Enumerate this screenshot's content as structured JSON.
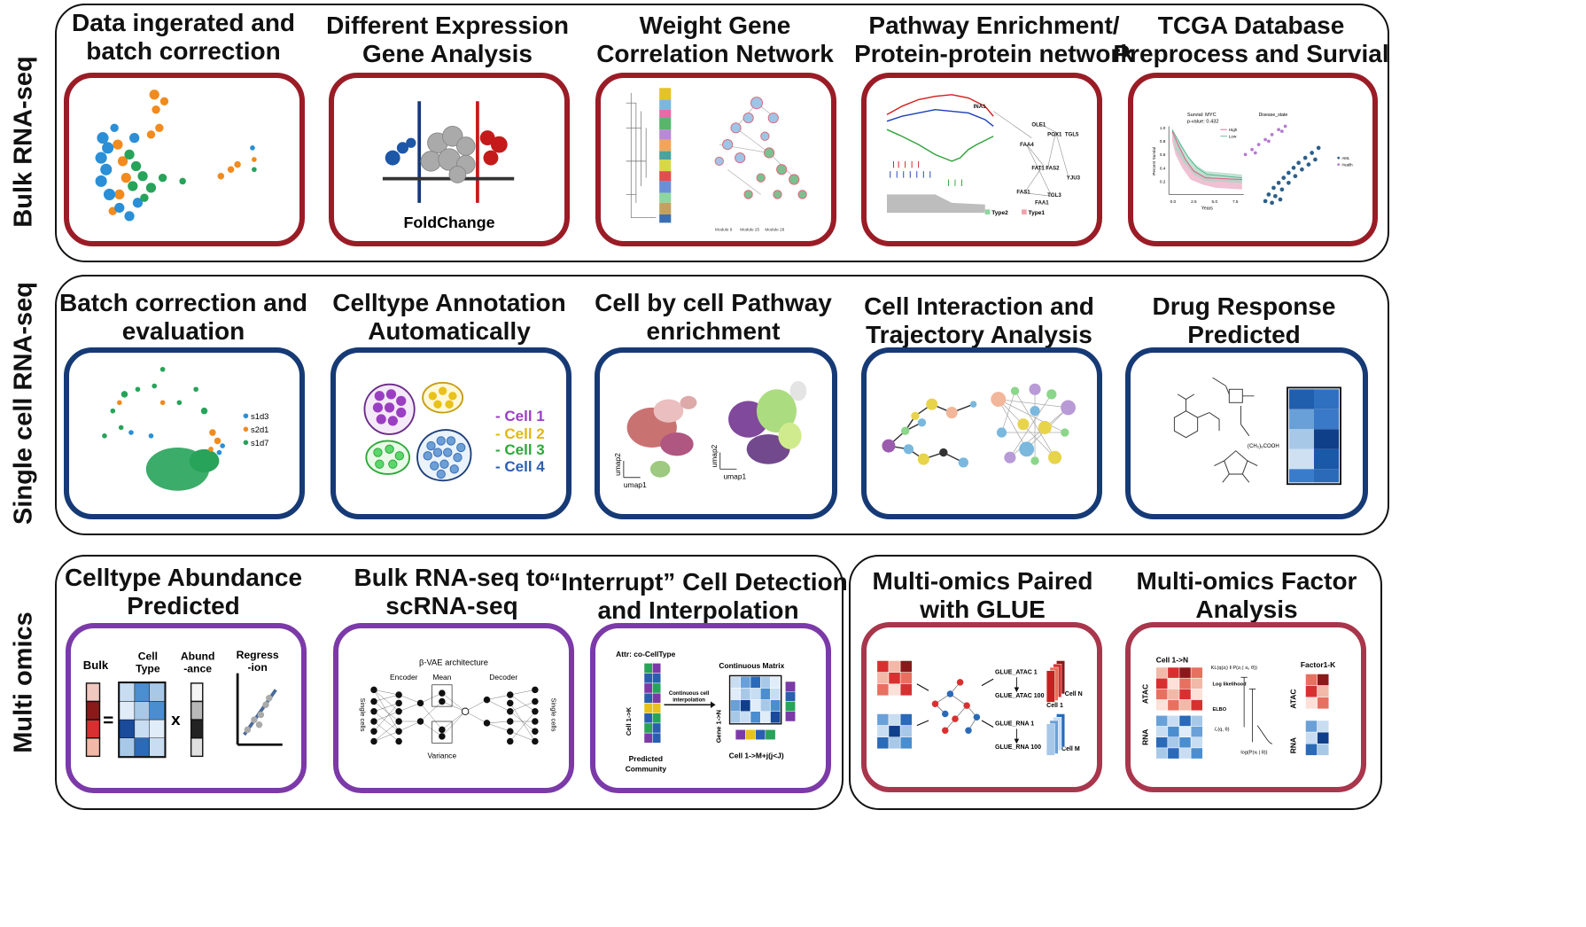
{
  "rows": [
    {
      "label": "Bulk RNA-seq"
    },
    {
      "label": "Single cell RNA-seq"
    },
    {
      "label": "Multi omics"
    }
  ],
  "panels": {
    "bulk_batch": {
      "title": "Data ingerated and\nbatch correction"
    },
    "bulk_deg": {
      "title": "Different Expression\nGene Analysis",
      "fold_label": "FoldChange"
    },
    "bulk_wgcna": {
      "title": "Weight Gene\nCorrelation Network",
      "modules": [
        "Module 9",
        "Module 25",
        "Module 28"
      ]
    },
    "bulk_pathway": {
      "title": "Pathway Enrichment/\nProtein-protein network",
      "genes": [
        "INA1",
        "OLE1",
        "POX1",
        "TGL5",
        "FAA4",
        "FAT1",
        "FAS2",
        "YJU3",
        "FAS1",
        "TGL3",
        "FAA1"
      ],
      "legend": [
        "Type2",
        "Type1"
      ]
    },
    "bulk_tcga": {
      "title": "TCGA Database\nPreprocess and Survial",
      "survival_title": "Survial: MYC",
      "pvalue": "p-value: 0.432",
      "legend": [
        "High",
        "Low"
      ],
      "ylabel": "Percent Survial",
      "xlabel": "Years",
      "yticks": [
        "1.0",
        "0.8",
        "0.6",
        "0.4",
        "0.2"
      ],
      "xticks": [
        "0.0",
        "2.5",
        "5.0",
        "7.5"
      ],
      "scatter_title": "Disease_state",
      "scatter_legend": [
        "AML",
        "Health"
      ]
    },
    "sc_batch": {
      "title": "Batch correction and\nevaluation",
      "legend": [
        "s1d3",
        "s2d1",
        "s1d7"
      ]
    },
    "sc_annot": {
      "title": "Celltype Annotation\nAutomatically",
      "cells": [
        "- Cell 1",
        "- Cell 2",
        "- Cell 3",
        "- Cell 4"
      ]
    },
    "sc_pathway": {
      "title": "Cell by cell Pathway\nenrichment",
      "umap_x": "umap1",
      "umap_y": "umap2"
    },
    "sc_interaction": {
      "title": "Cell Interaction and\nTrajectory Analysis"
    },
    "sc_drug": {
      "title": "Drug Response\nPredicted",
      "formula": "(CH₂)₆COOH"
    },
    "mo_abundance": {
      "title": "Celltype Abundance\nPredicted",
      "labels": [
        "Bulk",
        "Cell\nType",
        "Abund\n-ance",
        "Regress\n-ion"
      ],
      "eq": "=",
      "times": "x"
    },
    "mo_bulk2sc": {
      "title": "Bulk RNA-seq to\nscRNA-seq",
      "arch": "β-VAE architecture",
      "encoder": "Encoder",
      "mean": "Mean",
      "decoder": "Decoder",
      "variance": "Variance",
      "side": "Single cells"
    },
    "mo_interrupt": {
      "title": "“Interrupt” Cell Detection\nand Interpolation",
      "attr": "Attr: co-CellType",
      "matrix": "Continuous Matrix",
      "arrow": "Continuous cell\ninterpolation",
      "ylabel": "Cell 1->K",
      "gene": "Gene 1->N",
      "bottom": "Cell 1->M+j(j<J)",
      "community": "Predicted\nCommunity"
    },
    "mo_glue": {
      "title": "Multi-omics Paired\nwith GLUE",
      "labels": [
        "GLUE_ATAC 1",
        "GLUE_ATAC 100",
        "GLUE_RNA 1",
        "GLUE_RNA 100",
        "Cell N",
        "Cell 1",
        "Cell M"
      ]
    },
    "mo_mofa": {
      "title": "Multi-omics Factor\nAnalysis",
      "labels": [
        "Cell 1->N",
        "Factor1-K",
        "ATAC",
        "RNA",
        "ATAC",
        "RNA",
        "Log likelihood",
        "ELBO",
        "KL(q(zᵢ) ‖ P(zᵢ | xᵢ, θ))",
        "ℒ(q, θ)",
        "log(P(xᵢ | θ))"
      ]
    }
  },
  "colors": {
    "bulk": "#9a1c26",
    "single_cell": "#163a75",
    "multi_left": "#7b3aa8",
    "multi_right": "#a8364c"
  }
}
